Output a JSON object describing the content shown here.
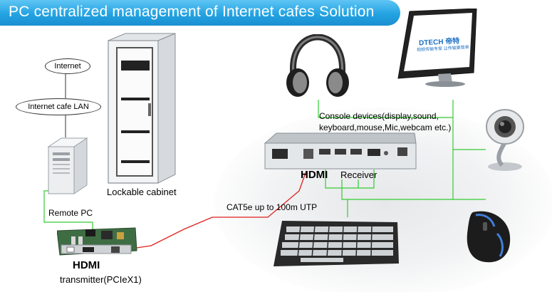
{
  "title": "PC centralized management of Internet cafes Solution",
  "labels": {
    "internet": "Internet",
    "lan": "Internet cafe LAN",
    "cabinet": "Lockable cabinet",
    "remote_pc": "Remote PC",
    "cable": "CAT5e up to 100m UTP",
    "hdmi_rx": "HDMI",
    "receiver": "Receiver",
    "hdmi_tx": "HDMI",
    "transmitter": "transmitter(PCIeX1)",
    "console_line1": "Console devices(display,sound,",
    "console_line2": "keyboard,mouse,Mic,webcam etc.)",
    "monitor_logo": "DTECH 帝特",
    "monitor_tagline": "视频传输专家 让传输更简单"
  },
  "colors": {
    "title_bar": "#23a3e2",
    "lan_line": "#33cc33",
    "cable_line": "#e0201c"
  }
}
